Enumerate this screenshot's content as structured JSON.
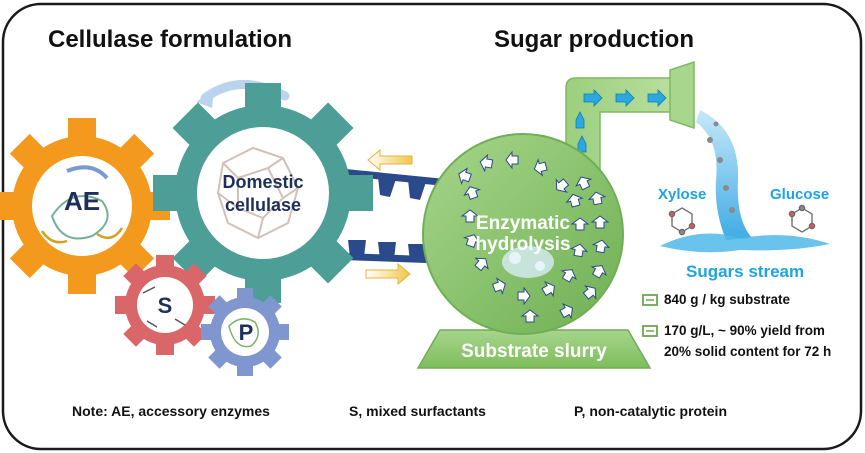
{
  "titles": {
    "left": "Cellulase formulation",
    "right": "Sugar production"
  },
  "gears": {
    "ae": "AE",
    "domestic_line1": "Domestic",
    "domestic_line2": "cellulase",
    "s": "S",
    "p": "P"
  },
  "vessel": {
    "hydrolysis_line1": "Enzymatic",
    "hydrolysis_line2": "hydrolysis",
    "substrate": "Substrate slurry"
  },
  "products": {
    "xylose": "Xylose",
    "glucose": "Glucose",
    "stream": "Sugars stream"
  },
  "stats": {
    "line1": "840 g / kg substrate",
    "line2": "170 g/L, ~ 90% yield from",
    "line3": "20% solid content for 72 h"
  },
  "notes": {
    "ae": "Note: AE, accessory enzymes",
    "s": "S, mixed surfactants",
    "p": "P, non-catalytic protein"
  },
  "colors": {
    "frame": "#1a1a1a",
    "orange_gear": "#f39a1e",
    "teal_gear": "#4d9e96",
    "red_gear": "#d9676a",
    "blue_gear": "#7f96cf",
    "vessel_green": "#8dc56c",
    "arrow_blue": "#2aa8e0",
    "belt_navy": "#2b4a8c",
    "water_blue": "#4fb8ea"
  }
}
